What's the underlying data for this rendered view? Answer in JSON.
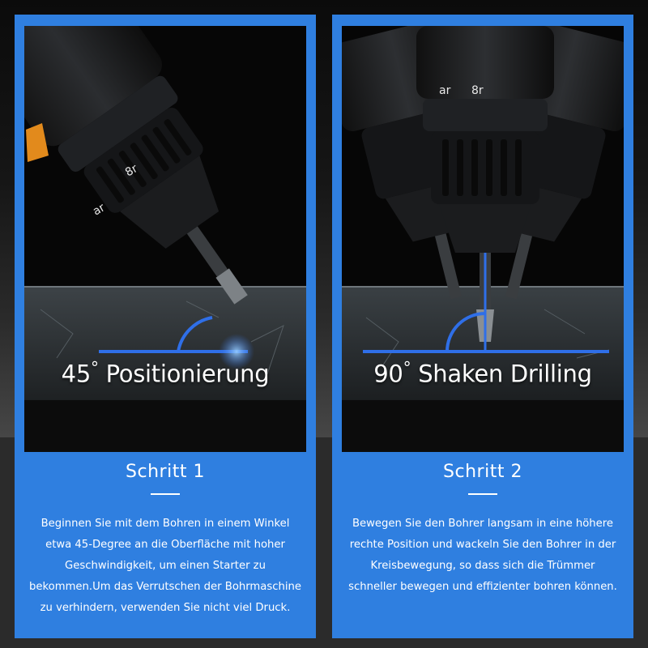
{
  "panels": [
    {
      "angle_value": "45",
      "angle_unit": "°",
      "headline_label": "Positionierung",
      "step_title": "Schritt 1",
      "description": "Beginnen Sie mit dem Bohren in einem Winkel etwa 45-Degree an die Oberfläche mit hoher Geschwindigkeit, um einen Starter zu bekommen.Um das Verrutschen der Bohrmaschine zu verhindern, verwenden Sie nicht viel Druck."
    },
    {
      "angle_value": "90",
      "angle_unit": "°",
      "headline_label": "Shaken Drilling",
      "step_title": "Schritt 2",
      "description": "Bewegen Sie den Bohrer langsam in eine höhere rechte Position und wackeln Sie den Bohrer in der Kreisbewegung, so dass sich die Trümmer schneller bewegen und effizienter bohren können."
    }
  ],
  "drill_markings": [
    "8r",
    "ar"
  ],
  "colors": {
    "card_blue": "#2f7fe0",
    "angle_line_blue": "#2f6fe8",
    "text_white": "#ffffff"
  }
}
